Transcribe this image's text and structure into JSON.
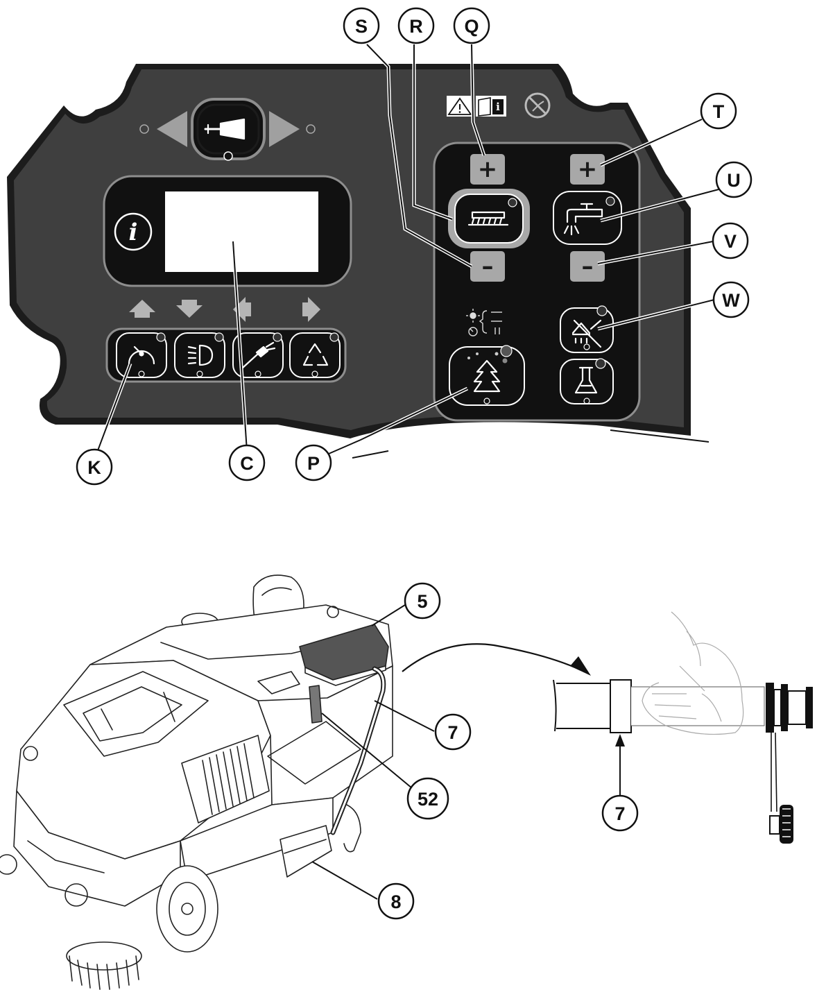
{
  "panel": {
    "callouts": [
      "S",
      "R",
      "Q",
      "T",
      "U",
      "V",
      "W",
      "K",
      "C",
      "P"
    ],
    "keys": {
      "plus": "+",
      "minus": "–"
    },
    "info_glyph": "i",
    "icons": [
      "horn-icon",
      "info-icon",
      "speed-icon",
      "headlight-icon",
      "spray-gun-icon",
      "recycle-icon",
      "brush-icon",
      "water-tap-icon",
      "eco-mode-icon",
      "vacuum-off-icon",
      "detergent-icon",
      "warning-icon",
      "manual-icon",
      "no-pressure-wash-icon"
    ],
    "colors": {
      "panel": "#3f3f3f",
      "border": "#1c1c1c",
      "button": "#111111",
      "button-ring": "#8e8e8e",
      "key-grey": "#a8a8a8",
      "display": "#ffffff"
    }
  },
  "machine": {
    "callouts": [
      "5",
      "7",
      "52",
      "8"
    ]
  },
  "hose": {
    "callouts": [
      "7"
    ]
  }
}
